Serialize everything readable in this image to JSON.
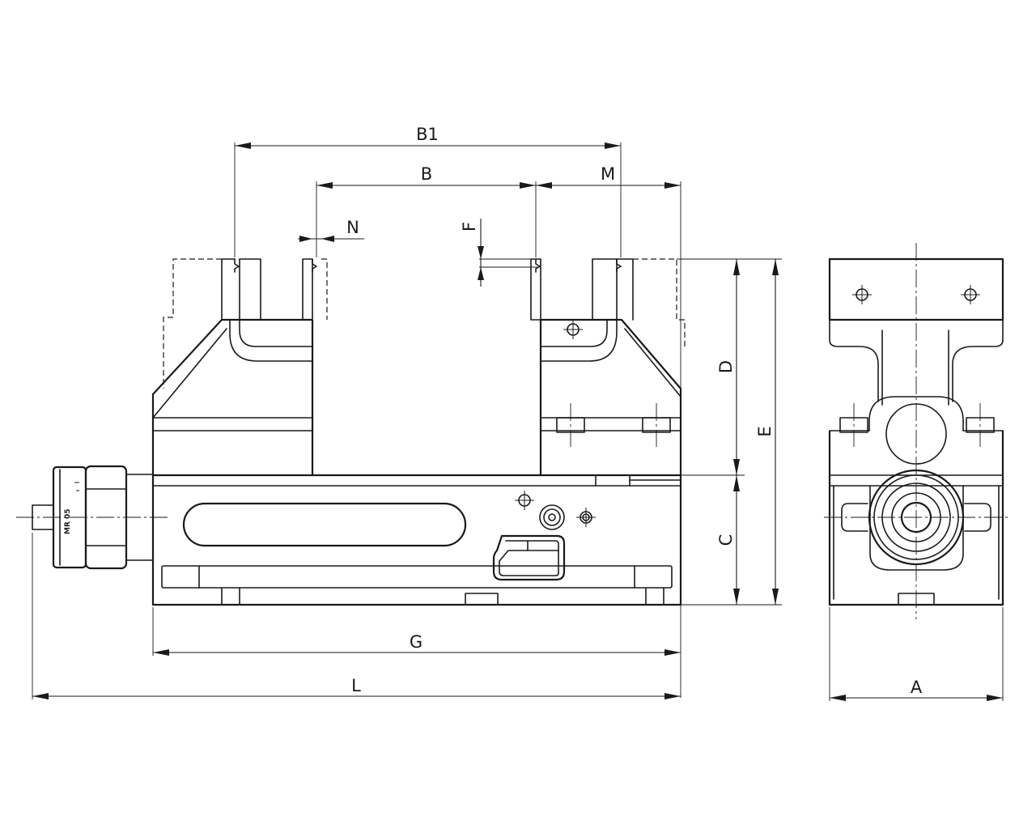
{
  "labels": {
    "b1": "B1",
    "b": "B",
    "m": "M",
    "n": "N",
    "f": "F",
    "d": "D",
    "e": "E",
    "c": "C",
    "g": "G",
    "l": "L",
    "a": "A"
  },
  "handwheel_text": "MR 05"
}
